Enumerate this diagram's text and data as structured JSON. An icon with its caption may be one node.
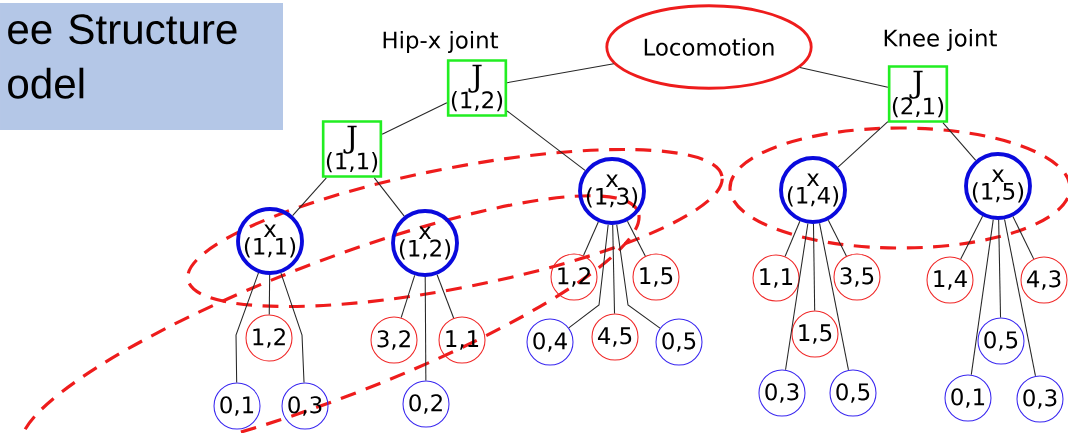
{
  "diagram": {
    "title": "ee Structure odel",
    "nodes": [
      {
        "text": [
          "Locomotion"
        ]
      },
      {
        "text": [
          "J",
          "(1,2)"
        ],
        "beside": [
          "Hip-x joint"
        ]
      },
      {
        "text": [
          "J",
          "(1,1)"
        ]
      },
      {
        "text": [
          "J",
          "(2,1)"
        ],
        "beside": [
          "Knee joint"
        ]
      },
      {
        "text": [
          "x",
          "(1,1)"
        ]
      },
      {
        "text": [
          "x",
          "(1,2)"
        ]
      },
      {
        "text": [
          "x",
          "(1,3)"
        ]
      },
      {
        "text": [
          "x",
          "(1,4)"
        ]
      },
      {
        "text": [
          "x",
          "(1,5)"
        ]
      },
      {
        "text": [
          "1,2"
        ]
      },
      {
        "text": [
          "0,1"
        ]
      },
      {
        "text": [
          "0,3"
        ]
      },
      {
        "text": [
          "3,2"
        ]
      },
      {
        "text": [
          "1,1"
        ]
      },
      {
        "text": [
          "0,2"
        ]
      },
      {
        "text": [
          "1,2"
        ]
      },
      {
        "text": [
          "1,5"
        ]
      },
      {
        "text": [
          "0,4"
        ]
      },
      {
        "text": [
          "4,5"
        ]
      },
      {
        "text": [
          "0,5"
        ]
      },
      {
        "text": [
          "1,1"
        ]
      },
      {
        "text": [
          "3,5"
        ]
      },
      {
        "text": [
          "1,5"
        ]
      },
      {
        "text": [
          "0,3"
        ]
      },
      {
        "text": [
          "0,5"
        ]
      },
      {
        "text": [
          "1,4"
        ]
      },
      {
        "text": [
          "4,3"
        ]
      },
      {
        "text": [
          "0,5"
        ]
      },
      {
        "text": [
          "0,1"
        ]
      },
      {
        "text": [
          "0,3"
        ]
      }
    ],
    "edges": [
      {
        "from": 0,
        "to": 1,
        "arrow": "none"
      },
      {
        "from": 0,
        "to": 3,
        "arrow": "none"
      },
      {
        "from": 1,
        "to": 2,
        "arrow": "none"
      },
      {
        "from": 1,
        "to": 6,
        "arrow": "none"
      },
      {
        "from": 2,
        "to": 4,
        "arrow": "none"
      },
      {
        "from": 2,
        "to": 5,
        "arrow": "none"
      },
      {
        "from": 3,
        "to": 7,
        "arrow": "none"
      },
      {
        "from": 3,
        "to": 8,
        "arrow": "none"
      },
      {
        "from": 4,
        "to": 9,
        "arrow": "none"
      },
      {
        "from": 4,
        "to": 10,
        "arrow": "none"
      },
      {
        "from": 4,
        "to": 11,
        "arrow": "none"
      },
      {
        "from": 5,
        "to": 12,
        "arrow": "none"
      },
      {
        "from": 5,
        "to": 13,
        "arrow": "none"
      },
      {
        "from": 5,
        "to": 14,
        "arrow": "none"
      },
      {
        "from": 6,
        "to": 15,
        "arrow": "none"
      },
      {
        "from": 6,
        "to": 16,
        "arrow": "none"
      },
      {
        "from": 6,
        "to": 17,
        "arrow": "none"
      },
      {
        "from": 6,
        "to": 18,
        "arrow": "none"
      },
      {
        "from": 6,
        "to": 19,
        "arrow": "none"
      },
      {
        "from": 7,
        "to": 20,
        "arrow": "none"
      },
      {
        "from": 7,
        "to": 21,
        "arrow": "none"
      },
      {
        "from": 7,
        "to": 22,
        "arrow": "none"
      },
      {
        "from": 7,
        "to": 23,
        "arrow": "none"
      },
      {
        "from": 7,
        "to": 24,
        "arrow": "none"
      },
      {
        "from": 8,
        "to": 25,
        "arrow": "none"
      },
      {
        "from": 8,
        "to": 26,
        "arrow": "none"
      },
      {
        "from": 8,
        "to": 27,
        "arrow": "none"
      },
      {
        "from": 8,
        "to": 28,
        "arrow": "none"
      },
      {
        "from": 8,
        "to": 29,
        "arrow": "none"
      }
    ]
  }
}
